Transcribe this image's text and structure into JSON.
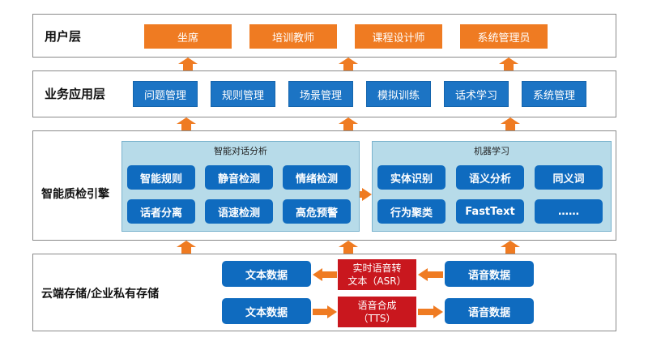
{
  "layers": {
    "user": {
      "title": "用户层",
      "items": [
        "坐席",
        "培训教师",
        "课程设计师",
        "系统管理员"
      ]
    },
    "business": {
      "title": "业务应用层",
      "items": [
        "问题管理",
        "规则管理",
        "场景管理",
        "模拟训练",
        "话术学习",
        "系统管理"
      ]
    },
    "engine": {
      "title": "智能质检引擎",
      "dialogue": {
        "title": "智能对话分析",
        "items": [
          "智能规则",
          "静音检测",
          "情绪检测",
          "话者分离",
          "语速检测",
          "高危预警"
        ]
      },
      "ml": {
        "title": "机器学习",
        "items": [
          "实体识别",
          "语义分析",
          "同义词",
          "行为聚类",
          "FastText",
          "……"
        ]
      }
    },
    "storage": {
      "title": "云端存储/企业私有存储",
      "text_data_1": "文本数据",
      "text_data_2": "文本数据",
      "voice_data_1": "语音数据",
      "voice_data_2": "语音数据",
      "asr": {
        "line1": "实时语音转",
        "line2": "文本（ASR）"
      },
      "tts": {
        "line1": "语音合成",
        "line2": "（TTS）"
      }
    }
  },
  "colors": {
    "orange": "#ef7b22",
    "blue": "#0f6bbf",
    "light_blue_panel": "#b7dbe9",
    "red": "#c9171e"
  }
}
